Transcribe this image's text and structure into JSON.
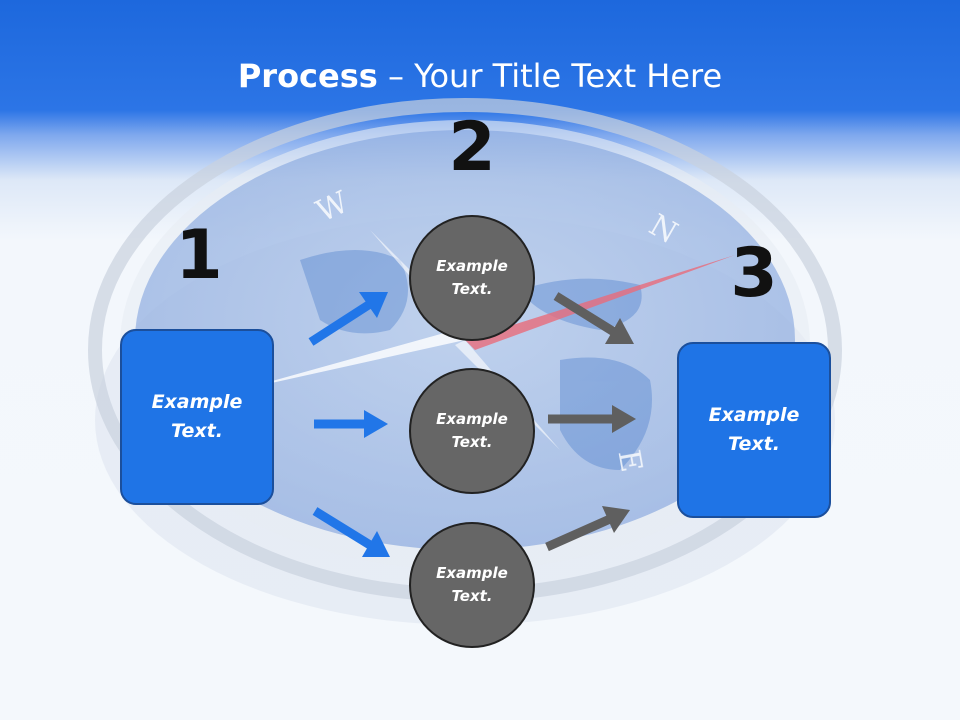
{
  "title": {
    "strong": "Process",
    "rest": " – Your Title Text Here"
  },
  "steps": [
    {
      "number": "1"
    },
    {
      "number": "2"
    },
    {
      "number": "3"
    }
  ],
  "left_box": {
    "text": "Example Text."
  },
  "middle_circles": [
    {
      "text": "Example Text."
    },
    {
      "text": "Example Text."
    },
    {
      "text": "Example Text."
    }
  ],
  "right_box": {
    "text": "Example Text."
  },
  "colors": {
    "header_blue": "#1d68dd",
    "box_blue": "#1f74e6",
    "arrow_blue": "#2176e8",
    "circle_gray": "#666666",
    "arrow_gray": "#5f5f5f"
  }
}
